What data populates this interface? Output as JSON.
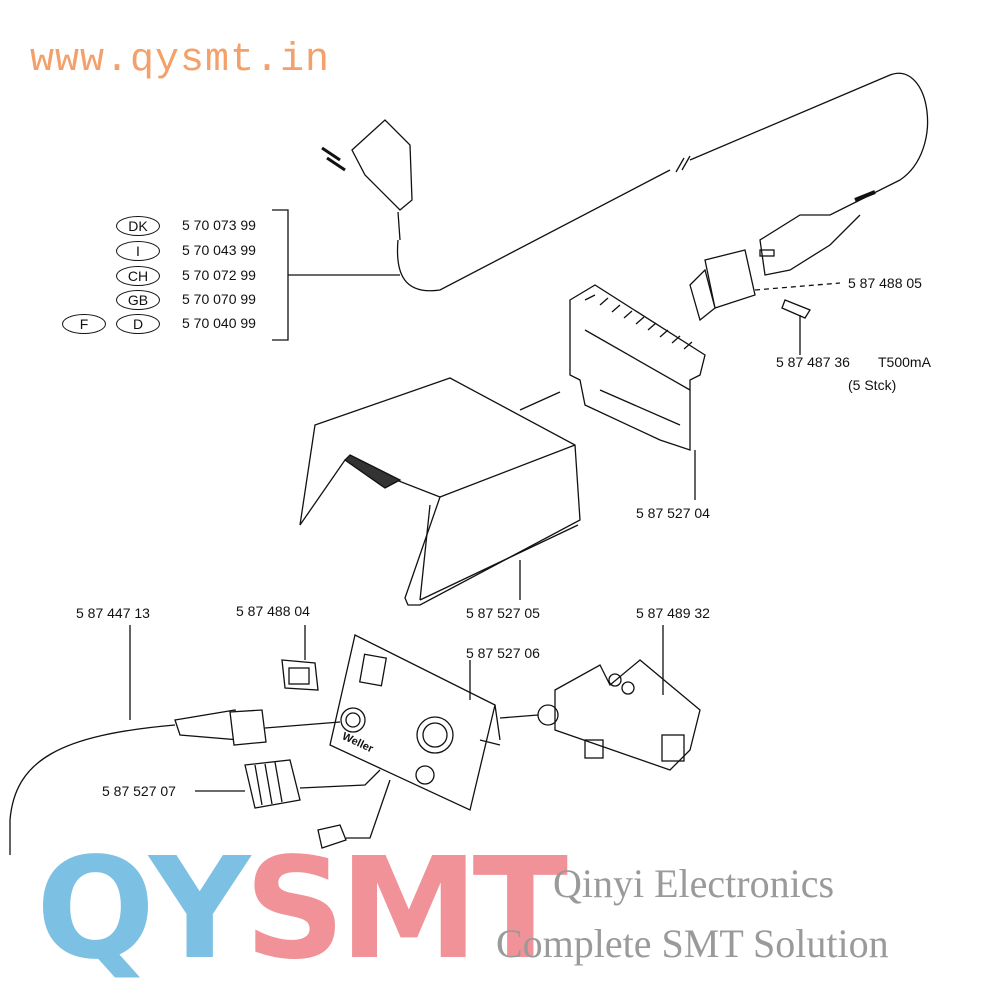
{
  "watermark_url": "www.qysmt.in",
  "logo": {
    "part1": "QY",
    "part2": "SMT"
  },
  "company": {
    "name": "Qinyi Electronics",
    "slogan": "Complete SMT Solution"
  },
  "country_variants": [
    {
      "country": "DK",
      "part": "5 70 073 99"
    },
    {
      "country": "I",
      "part": "5 70 043 99"
    },
    {
      "country": "CH",
      "part": "5 70 072 99"
    },
    {
      "country": "GB",
      "part": "5 70 070 99"
    },
    {
      "country": "D",
      "extra_country": "F",
      "part": "5 70 040 99"
    }
  ],
  "parts": {
    "socket": "5 87 488 05",
    "fuse": "5 87 487 36",
    "fuse_rating": "T500mA",
    "fuse_qty": "(5  Stck)",
    "heatsink": "5 87 527 04",
    "cover": "5 87 527 05",
    "cable": "5 87 447 13",
    "switch": "5 87 488 04",
    "front_panel": "5 87 527 06",
    "pcb": "5 87 489 32",
    "knob": "5 87 527 07"
  },
  "panel_brand": "Weller"
}
